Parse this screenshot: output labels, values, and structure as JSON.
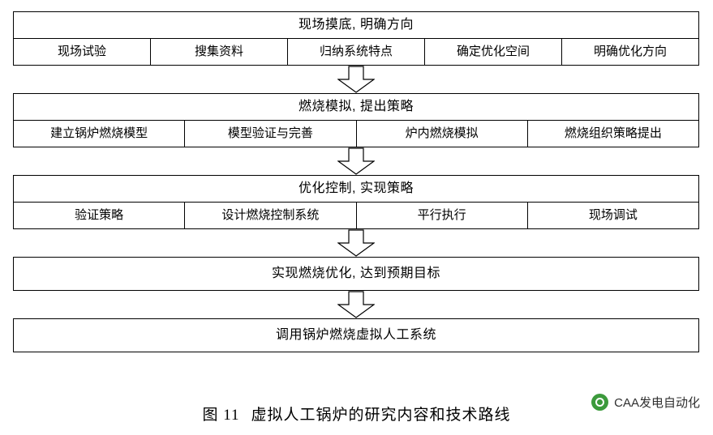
{
  "diagram": {
    "stages": [
      {
        "title": "现场摸底, 明确方向",
        "cells": [
          "现场试验",
          "搜集资料",
          "归纳系统特点",
          "确定优化空间",
          "明确优化方向"
        ]
      },
      {
        "title": "燃烧模拟, 提出策略",
        "cells": [
          "建立锅炉燃烧模型",
          "模型验证与完善",
          "炉内燃烧模拟",
          "燃烧组织策略提出"
        ]
      },
      {
        "title": "优化控制, 实现策略",
        "cells": [
          "验证策略",
          "设计燃烧控制系统",
          "平行执行",
          "现场调试"
        ]
      },
      {
        "title": "实现燃烧优化, 达到预期目标",
        "cells": []
      },
      {
        "title": "调用锅炉燃烧虚拟人工系统",
        "cells": []
      }
    ],
    "arrow_icon": "down-arrow-icon"
  },
  "caption": {
    "figure_number": "图 11",
    "text": "虚拟人工锅炉的研究内容和技术路线"
  },
  "watermark": {
    "badge_icon": "caa-logo-icon",
    "label": "CAA发电自动化",
    "badge_color": "#3c9a3c"
  }
}
